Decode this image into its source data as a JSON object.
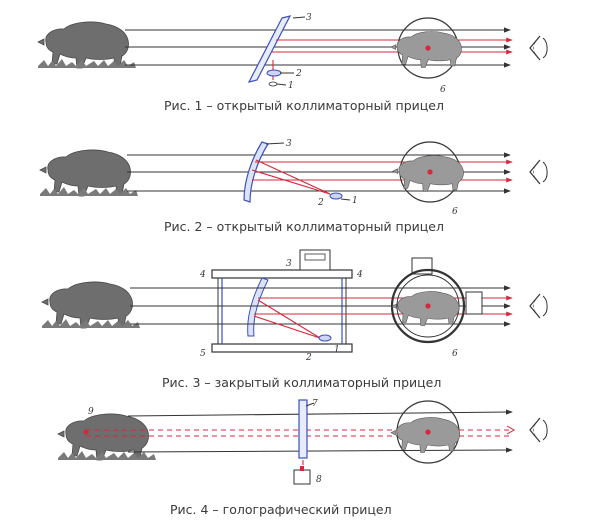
{
  "captions": {
    "fig1": "Рис. 1 – открытый коллиматорный прицел",
    "fig2": "Рис. 2 – открытый коллиматорный прицел",
    "fig3": "Рис. 3 – закрытый коллиматорный прицел",
    "fig4": "Рис. 4 – голографический прицел"
  },
  "labels": {
    "fig1": {
      "n3": "3",
      "n2": "2",
      "n1": "1",
      "n6": "6"
    },
    "fig2": {
      "n3": "3",
      "n2": "2",
      "n1": "1",
      "n6": "6"
    },
    "fig3": {
      "n4a": "4",
      "n3": "3",
      "n4b": "4",
      "n5": "5",
      "n2": "2",
      "n1": "1",
      "n6": "6"
    },
    "fig4": {
      "n9": "9",
      "n7": "7",
      "n8": "8"
    }
  },
  "colors": {
    "beam": "#d6283c",
    "lens": "#3a4fc0",
    "line": "#333333"
  }
}
